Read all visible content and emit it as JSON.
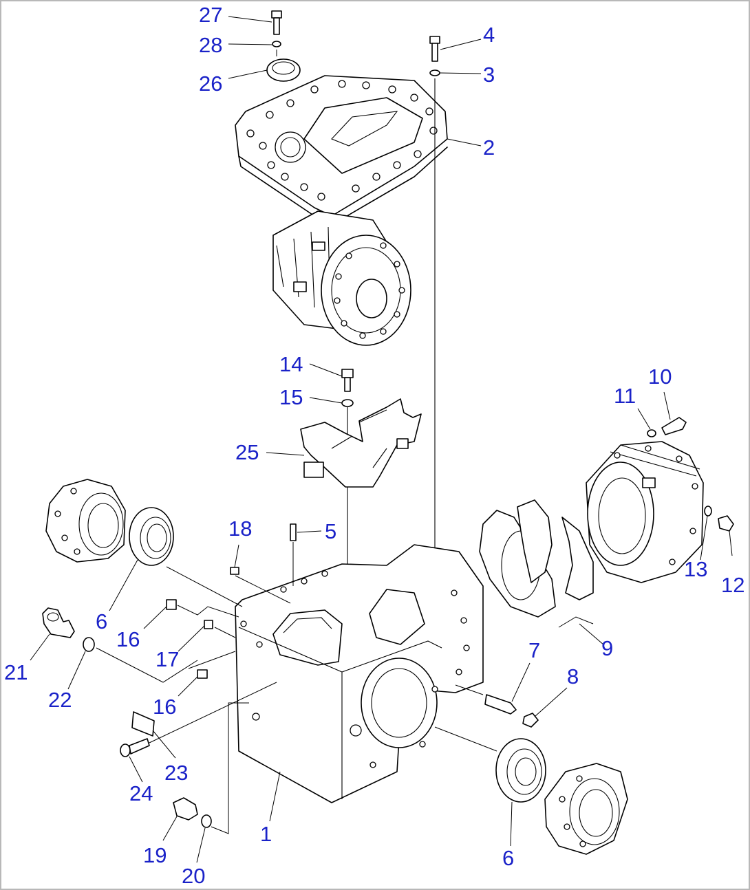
{
  "diagram": {
    "callouts": [
      {
        "key": "27",
        "text": "27"
      },
      {
        "key": "28",
        "text": "28"
      },
      {
        "key": "26",
        "text": "26"
      },
      {
        "key": "4",
        "text": "4"
      },
      {
        "key": "3",
        "text": "3"
      },
      {
        "key": "2",
        "text": "2"
      },
      {
        "key": "14",
        "text": "14"
      },
      {
        "key": "15",
        "text": "15"
      },
      {
        "key": "25",
        "text": "25"
      },
      {
        "key": "10",
        "text": "10"
      },
      {
        "key": "11",
        "text": "11"
      },
      {
        "key": "18",
        "text": "18"
      },
      {
        "key": "5",
        "text": "5"
      },
      {
        "key": "13",
        "text": "13"
      },
      {
        "key": "12",
        "text": "12"
      },
      {
        "key": "6a",
        "text": "6"
      },
      {
        "key": "16a",
        "text": "16"
      },
      {
        "key": "9",
        "text": "9"
      },
      {
        "key": "21",
        "text": "21"
      },
      {
        "key": "22",
        "text": "22"
      },
      {
        "key": "17",
        "text": "17"
      },
      {
        "key": "7",
        "text": "7"
      },
      {
        "key": "8",
        "text": "8"
      },
      {
        "key": "16b",
        "text": "16"
      },
      {
        "key": "23",
        "text": "23"
      },
      {
        "key": "24",
        "text": "24"
      },
      {
        "key": "1",
        "text": "1"
      },
      {
        "key": "19",
        "text": "19"
      },
      {
        "key": "20",
        "text": "20"
      },
      {
        "key": "6b",
        "text": "6"
      }
    ],
    "colors": {
      "callout": "#1a22c8",
      "line": "#000000",
      "background": "#ffffff",
      "frame": "#b8b8b8"
    }
  }
}
